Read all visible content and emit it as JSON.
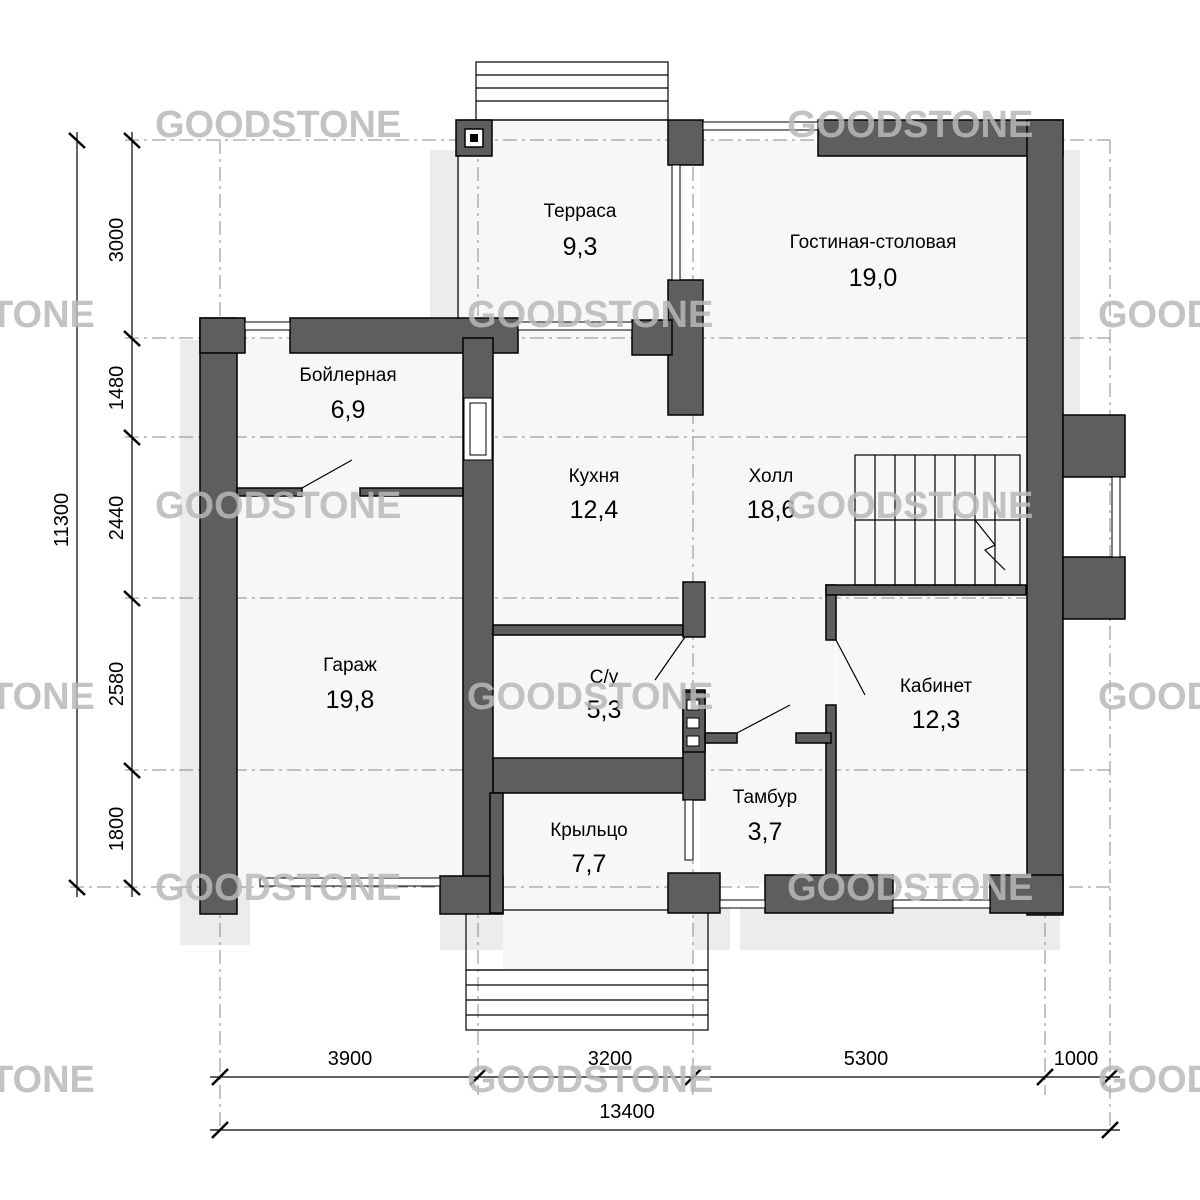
{
  "rooms": [
    {
      "name": "Терраса",
      "area": "9,3"
    },
    {
      "name": "Гостиная-столовая",
      "area": "19,0"
    },
    {
      "name": "Бойлерная",
      "area": "6,9"
    },
    {
      "name": "Кухня",
      "area": "12,4"
    },
    {
      "name": "Холл",
      "area": "18,6"
    },
    {
      "name": "Гараж",
      "area": "19,8"
    },
    {
      "name": "С/у",
      "area": "5,3"
    },
    {
      "name": "Кабинет",
      "area": "12,3"
    },
    {
      "name": "Тамбур",
      "area": "3,7"
    },
    {
      "name": "Крыльцо",
      "area": "7,7"
    }
  ],
  "dimensions": {
    "horizontal": [
      "3900",
      "3200",
      "5300",
      "1000"
    ],
    "horizontal_total": "13400",
    "vertical": [
      "3000",
      "1480",
      "2440",
      "2580",
      "1800"
    ],
    "vertical_total": "11300"
  },
  "watermark": "GOODSTONE",
  "watermark_partial": "TONE"
}
